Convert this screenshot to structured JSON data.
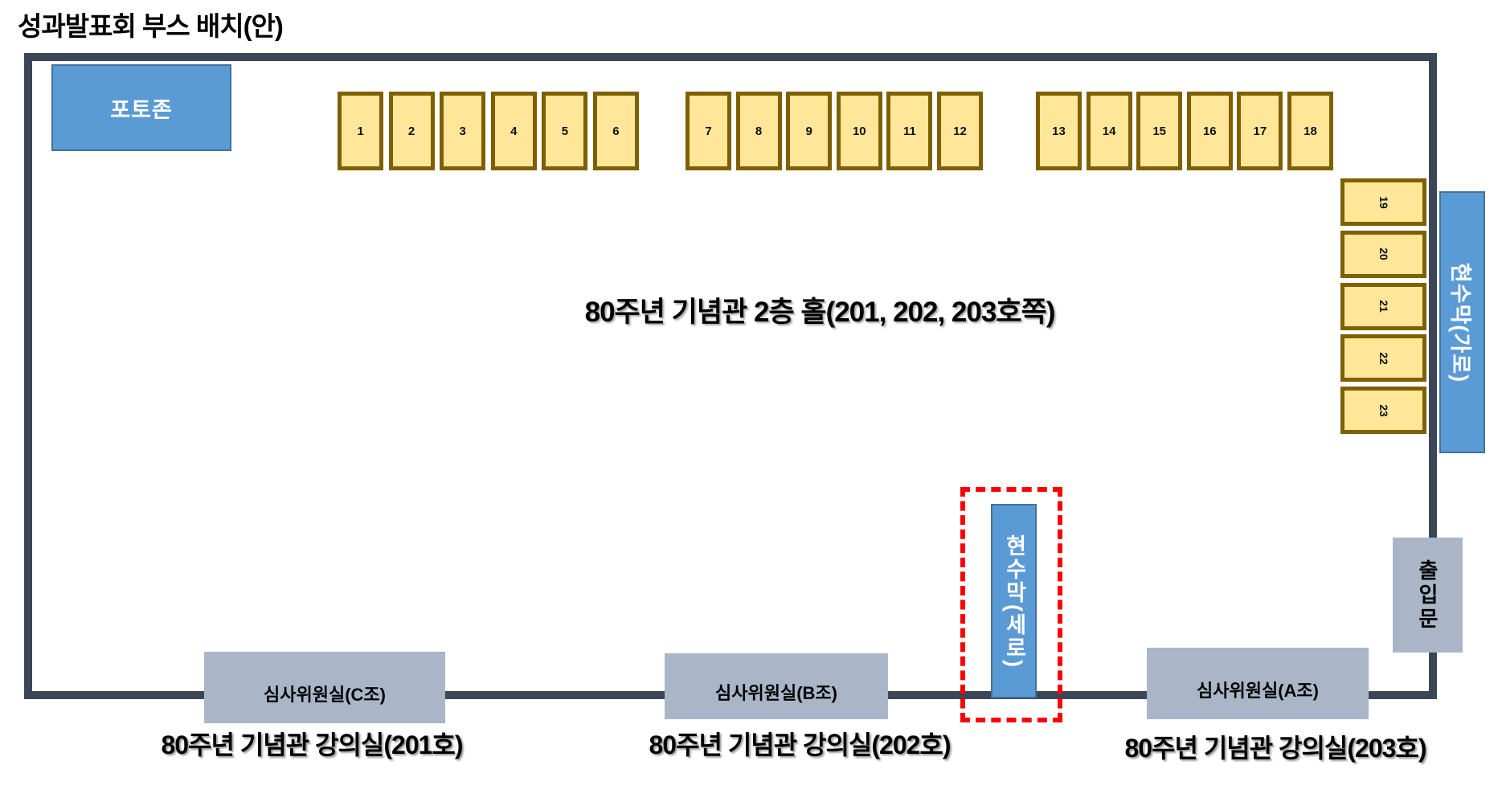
{
  "title": "성과발표회 부스 배치(안)",
  "hall_label": "80주년 기념관 2층 홀(201, 202, 203호쪽)",
  "photo_zone": {
    "label": "포토존"
  },
  "booths": {
    "group1": [
      "1",
      "2",
      "3",
      "4",
      "5",
      "6"
    ],
    "group2": [
      "7",
      "8",
      "9",
      "10",
      "11",
      "12"
    ],
    "group3": [
      "13",
      "14",
      "15",
      "16",
      "17",
      "18"
    ],
    "group4_vertical": [
      "19",
      "20",
      "21",
      "22",
      "23"
    ]
  },
  "banners": {
    "horizontal": "현수막(가로)",
    "vertical": "현수막(세로)"
  },
  "entrance": {
    "label": "출입문"
  },
  "judge_rooms": [
    {
      "label": "심사위원실(C조)"
    },
    {
      "label": "심사위원실(B조)"
    },
    {
      "label": "심사위원실(A조)"
    }
  ],
  "room_labels": [
    "80주년 기념관 강의실(201호)",
    "80주년 기념관 강의실(202호)",
    "80주년 기념관 강의실(203호)"
  ],
  "colors": {
    "wall": "#3B4656",
    "booth_fill": "#FFE699",
    "booth_border": "#7F6000",
    "blue_accent": "#5B9BD5",
    "blue_border": "#41719C",
    "gray_room": "#AAB6C8",
    "highlight_dash": "#FF0000"
  }
}
